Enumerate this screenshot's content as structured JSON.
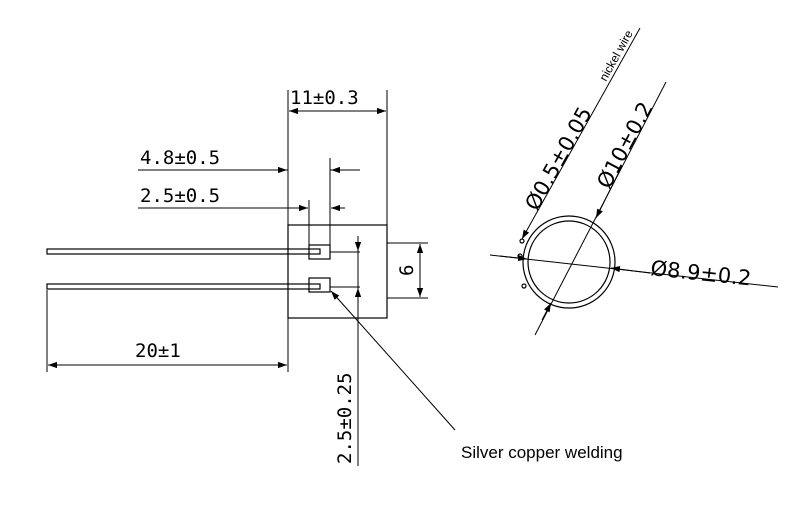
{
  "dimensions": {
    "body_width": "11±0.3",
    "pad_to_body_edge": "4.8±0.5",
    "pad_width": "2.5±0.5",
    "lead_length": "20±1",
    "lead_pitch": "2.5±0.25",
    "body_height": "6",
    "wire_diameter": "Ø0.5±0.05",
    "wire_material": "nickel wire",
    "outer_diameter": "Ø10±0.2",
    "inner_diameter": "Ø8.9±0.2"
  },
  "annotations": {
    "weld_label": "Silver copper welding"
  },
  "colors": {
    "ink": "#000000",
    "background": "#ffffff"
  }
}
